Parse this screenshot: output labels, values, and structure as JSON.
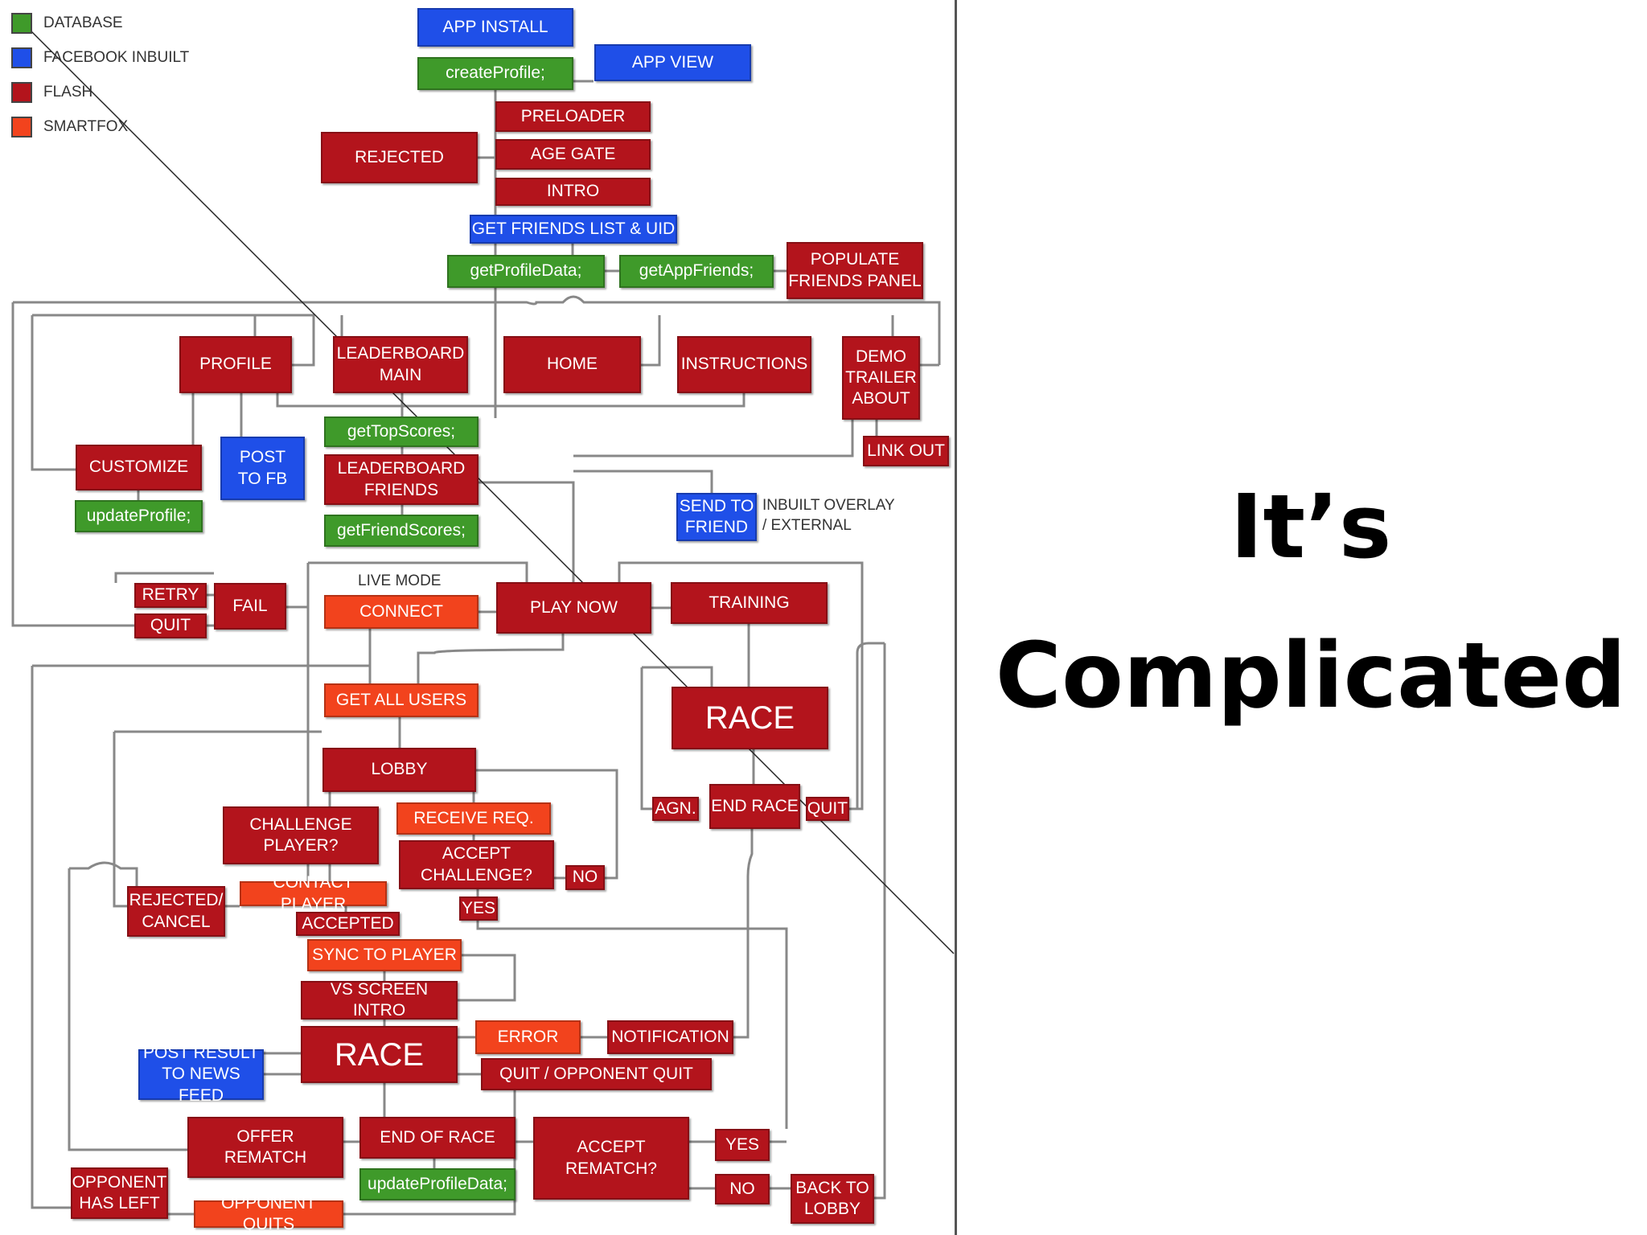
{
  "slide": {
    "title_line1": "It’s",
    "title_line2": "Complicated"
  },
  "colors": {
    "database": "#3f9a2a",
    "facebook": "#1f4fe8",
    "flash": "#b3141c",
    "smartfox": "#f2431d",
    "connector": "#888888"
  },
  "legend": [
    {
      "key": "database",
      "label": "DATABASE"
    },
    {
      "key": "facebook",
      "label": "FACEBOOK INBUILT"
    },
    {
      "key": "flash",
      "label": "FLASH"
    },
    {
      "key": "smartfox",
      "label": "SMARTFOX"
    }
  ],
  "notes": {
    "live_mode": "LIVE MODE",
    "inbuilt_overlay": "INBUILT OVERLAY\n/ EXTERNAL"
  },
  "nodes": {
    "app_install": {
      "label": "APP INSTALL",
      "type": "facebook"
    },
    "create_profile": {
      "label": "createProfile;",
      "type": "database"
    },
    "app_view": {
      "label": "APP VIEW",
      "type": "facebook"
    },
    "preloader": {
      "label": "PRELOADER",
      "type": "flash"
    },
    "rejected_top": {
      "label": "REJECTED",
      "type": "flash"
    },
    "age_gate": {
      "label": "AGE GATE",
      "type": "flash"
    },
    "intro": {
      "label": "INTRO",
      "type": "flash"
    },
    "get_friends_list": {
      "label": "GET FRIENDS LIST & UID",
      "type": "facebook"
    },
    "get_profile_data": {
      "label": "getProfileData;",
      "type": "database"
    },
    "get_app_friends": {
      "label": "getAppFriends;",
      "type": "database"
    },
    "populate_friends_panel": {
      "label": "POPULATE\nFRIENDS PANEL",
      "type": "flash"
    },
    "profile": {
      "label": "PROFILE",
      "type": "flash"
    },
    "leaderboard_main": {
      "label": "LEADERBOARD\nMAIN",
      "type": "flash"
    },
    "home": {
      "label": "HOME",
      "type": "flash"
    },
    "instructions": {
      "label": "INSTRUCTIONS",
      "type": "flash"
    },
    "demo_trailer_about": {
      "label": "DEMO\nTRAILER\nABOUT",
      "type": "flash"
    },
    "get_top_scores": {
      "label": "getTopScores;",
      "type": "database"
    },
    "customize": {
      "label": "CUSTOMIZE",
      "type": "flash"
    },
    "post_to_fb": {
      "label": "POST\nTO FB",
      "type": "facebook"
    },
    "leaderboard_friends": {
      "label": "LEADERBOARD\nFRIENDS",
      "type": "flash"
    },
    "link_out": {
      "label": "LINK OUT",
      "type": "flash"
    },
    "update_profile": {
      "label": "updateProfile;",
      "type": "database"
    },
    "get_friend_scores": {
      "label": "getFriendScores;",
      "type": "database"
    },
    "send_to_friend": {
      "label": "SEND TO\nFRIEND",
      "type": "facebook"
    },
    "retry": {
      "label": "RETRY",
      "type": "flash"
    },
    "fail": {
      "label": "FAIL",
      "type": "flash"
    },
    "quit_left": {
      "label": "QUIT",
      "type": "flash"
    },
    "connect": {
      "label": "CONNECT",
      "type": "smartfox"
    },
    "play_now": {
      "label": "PLAY NOW",
      "type": "flash"
    },
    "training": {
      "label": "TRAINING",
      "type": "flash"
    },
    "get_all_users": {
      "label": "GET ALL USERS",
      "type": "smartfox"
    },
    "race_training": {
      "label": "RACE",
      "type": "flash"
    },
    "lobby": {
      "label": "LOBBY",
      "type": "flash"
    },
    "agn": {
      "label": "AGN.",
      "type": "flash"
    },
    "end_race": {
      "label": "END RACE",
      "type": "flash"
    },
    "quit_race": {
      "label": "QUIT",
      "type": "flash"
    },
    "challenge_player": {
      "label": "CHALLENGE\nPLAYER?",
      "type": "flash"
    },
    "receive_req": {
      "label": "RECEIVE REQ.",
      "type": "smartfox"
    },
    "accept_challenge": {
      "label": "ACCEPT\nCHALLENGE?",
      "type": "flash"
    },
    "no_challenge": {
      "label": "NO",
      "type": "flash"
    },
    "rejected_cancel": {
      "label": "REJECTED/\nCANCEL",
      "type": "flash"
    },
    "contact_player": {
      "label": "CONTACT PLAYER",
      "type": "smartfox"
    },
    "yes_challenge": {
      "label": "YES",
      "type": "flash"
    },
    "accepted": {
      "label": "ACCEPTED",
      "type": "flash"
    },
    "sync_to_player": {
      "label": "SYNC TO PLAYER",
      "type": "smartfox"
    },
    "vs_screen_intro": {
      "label": "VS SCREEN INTRO",
      "type": "flash"
    },
    "race_main": {
      "label": "RACE",
      "type": "flash"
    },
    "error": {
      "label": "ERROR",
      "type": "smartfox"
    },
    "notification": {
      "label": "NOTIFICATION",
      "type": "flash"
    },
    "post_result": {
      "label": "POST RESULT\nTO NEWS FEED",
      "type": "facebook"
    },
    "quit_opponent_quit": {
      "label": "QUIT / OPPONENT QUIT",
      "type": "flash"
    },
    "offer_rematch": {
      "label": "OFFER\nREMATCH",
      "type": "flash"
    },
    "end_of_race": {
      "label": "END OF RACE",
      "type": "flash"
    },
    "accept_rematch": {
      "label": "ACCEPT\nREMATCH?",
      "type": "flash"
    },
    "yes_rematch": {
      "label": "YES",
      "type": "flash"
    },
    "update_profile_data": {
      "label": "updateProfileData;",
      "type": "database"
    },
    "no_rematch": {
      "label": "NO",
      "type": "flash"
    },
    "back_to_lobby": {
      "label": "BACK TO\nLOBBY",
      "type": "flash"
    },
    "opponent_has_left": {
      "label": "OPPONENT\nHAS LEFT",
      "type": "flash"
    },
    "opponent_quits": {
      "label": "OPPONENT QUITS",
      "type": "smartfox"
    }
  }
}
